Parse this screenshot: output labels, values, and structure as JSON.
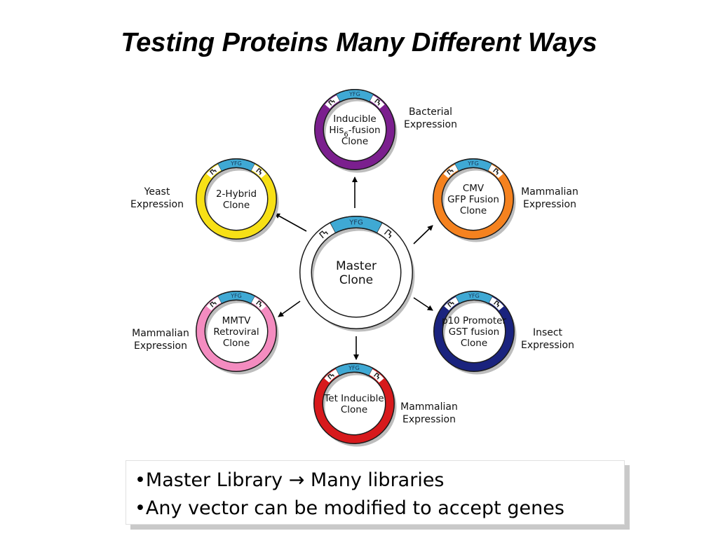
{
  "title": "Testing Proteins Many Different Ways",
  "gene_label": "YFG",
  "master": {
    "lines": [
      "Master",
      "Clone"
    ],
    "color": "#ffffff"
  },
  "plasmids": [
    {
      "id": "bacterial",
      "lines": [
        "Inducible",
        "His6-fusion",
        "Clone"
      ],
      "expression": [
        "Bacterial",
        "Expression"
      ],
      "color": "#7b1f8e"
    },
    {
      "id": "cmv",
      "lines": [
        "CMV",
        "GFP Fusion",
        "Clone"
      ],
      "expression": [
        "Mammalian",
        "Expression"
      ],
      "color": "#f5821f"
    },
    {
      "id": "insect",
      "lines": [
        "p10 Promoter",
        "GST fusion",
        "Clone"
      ],
      "expression": [
        "Insect",
        "Expression"
      ],
      "color": "#1a237e"
    },
    {
      "id": "tet",
      "lines": [
        "Tet Inducible",
        "Clone"
      ],
      "expression": [
        "Mammalian",
        "Expression"
      ],
      "color": "#d7191c"
    },
    {
      "id": "mmtv",
      "lines": [
        "MMTV",
        "Retroviral",
        "Clone"
      ],
      "expression": [
        "Mammalian",
        "Expression"
      ],
      "color": "#f48cc0"
    },
    {
      "id": "yeast",
      "lines": [
        "2-Hybrid",
        "Clone"
      ],
      "expression": [
        "Yeast",
        "Expression"
      ],
      "color": "#f7e016"
    }
  ],
  "colors": {
    "yfg": "#3fa9d4"
  },
  "notes": [
    "•Master Library → Many libraries",
    "•Any vector can be modified to accept genes"
  ]
}
